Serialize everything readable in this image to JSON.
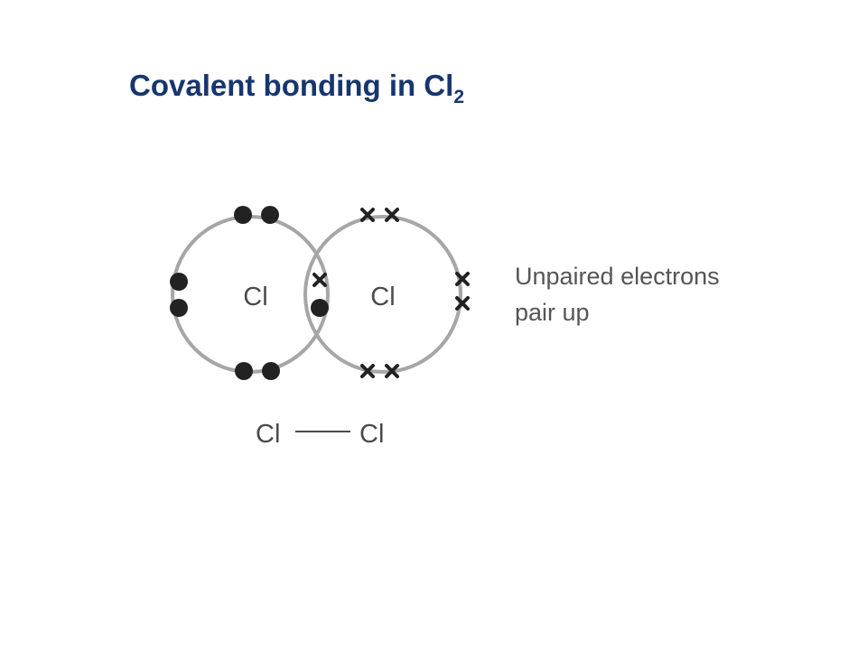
{
  "title": {
    "main": "Covalent bonding in Cl",
    "subscript": "2"
  },
  "diagram": {
    "left_atom_label": "Cl",
    "right_atom_label": "Cl",
    "caption_line1": "Unpaired electrons",
    "caption_line2": "pair up",
    "structural_formula_left": "Cl",
    "structural_formula_right": "Cl",
    "left_atom_electron_symbol": "dot",
    "right_atom_electron_symbol": "cross",
    "valence_electrons_per_atom": 7
  },
  "colors": {
    "title": "#17366f",
    "shell": "#a6a6a6",
    "electron": "#222222",
    "text": "#4a4a4a"
  }
}
